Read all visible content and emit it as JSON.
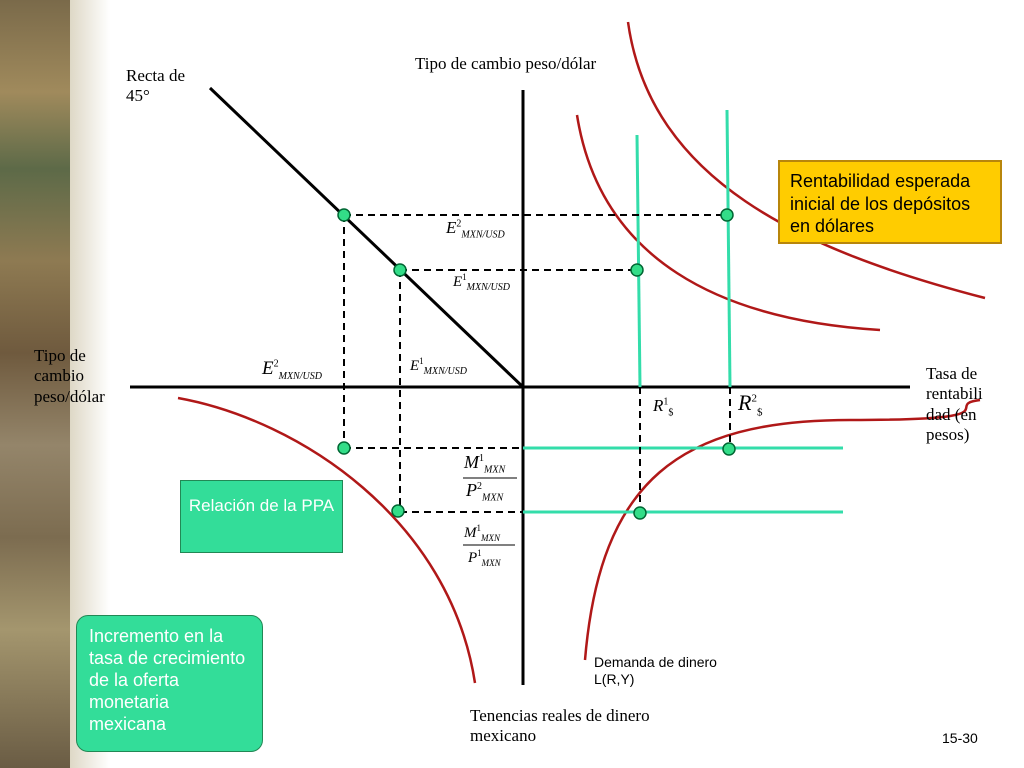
{
  "labels": {
    "y_axis_top": "Tipo de cambio peso/dólar",
    "line45_a": "Recta de",
    "line45_b": "45°",
    "left_axis_a": "Tipo de",
    "left_axis_b": "cambio",
    "left_axis_c": "peso/dólar",
    "right_axis_a": "Tasa de",
    "right_axis_b": "rentabili",
    "right_axis_c": "dad (en",
    "right_axis_d": "pesos)",
    "bottom_axis_a": "Tenencias reales de dinero",
    "bottom_axis_b": "mexicano",
    "money_demand_a": "Demanda de dinero",
    "money_demand_b": "L(R,Y)",
    "slide_number": "15-30"
  },
  "math": {
    "E": "E",
    "sup1": "1",
    "sup2": "2",
    "sub_mxnusd": "MXN/USD",
    "R": "R",
    "sub_dollar": "$",
    "M": "M",
    "P": "P",
    "sub_mxn": "MXN"
  },
  "boxes": {
    "yellow": "Rentabilidad esperada inicial de los depósitos en dólares",
    "ppa": "Relación de la PPA",
    "growth": "Incremento en la tasa de crecimiento de la oferta monetaria mexicana"
  },
  "colors": {
    "axis": "#000000",
    "curve_red": "#b01818",
    "line_green": "#33ddaa",
    "point_fill": "#33dd88",
    "point_stroke": "#006633",
    "box_yellow": "#ffcc00",
    "box_green": "#33dd99"
  }
}
